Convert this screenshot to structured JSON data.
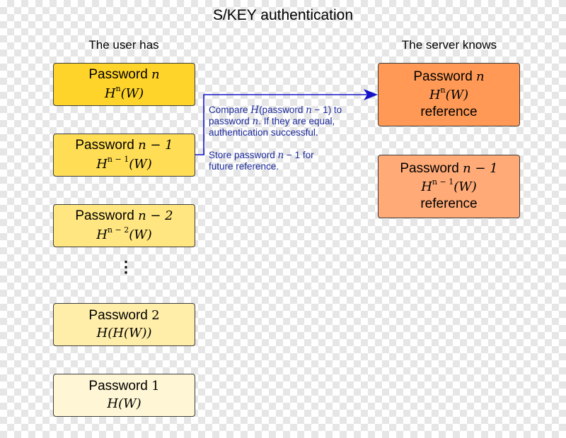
{
  "title": "S/KEY authentication",
  "columns": {
    "user": "The user has",
    "server": "The server knows"
  },
  "user_boxes": [
    {
      "word": "Password",
      "index": "n",
      "math": "H(W)",
      "sup": "n",
      "color": "#ffd42a"
    },
    {
      "word": "Password",
      "index": "n − 1",
      "math": "H(W)",
      "sup": "n − 1",
      "color": "#ffdd55"
    },
    {
      "word": "Password",
      "index": "n − 2",
      "math": "H(W)",
      "sup": "n − 2",
      "color": "#ffe680"
    },
    {
      "word": "Password",
      "num": "2",
      "math": "H(H(W))",
      "color": "#ffeeaa"
    },
    {
      "word": "Password",
      "num": "1",
      "math": "H(W)",
      "color": "#fff6d5"
    }
  ],
  "ellipsis": "⋮",
  "server_boxes": [
    {
      "word": "Password",
      "index": "n",
      "math": "H(W)",
      "sup": "n",
      "ref": "reference",
      "color": "#ff9955"
    },
    {
      "word": "Password",
      "index": "n − 1",
      "math": "H(W)",
      "sup": "n − 1",
      "ref": "reference",
      "color": "#ffaa77"
    }
  ],
  "notes": {
    "compare": {
      "l1a": "Compare ",
      "l1v": "H",
      "l1b": "(password ",
      "l1n": "n",
      "l1c": " − 1) to",
      "l2a": "password ",
      "l2n": "n",
      "l2b": ". If they are equal,",
      "l3": "authentication successful."
    },
    "store": {
      "l1a": "Store password ",
      "l1n": "n",
      "l1b": " − 1 for",
      "l2": "future reference."
    }
  },
  "connector_color": "#1414c8"
}
